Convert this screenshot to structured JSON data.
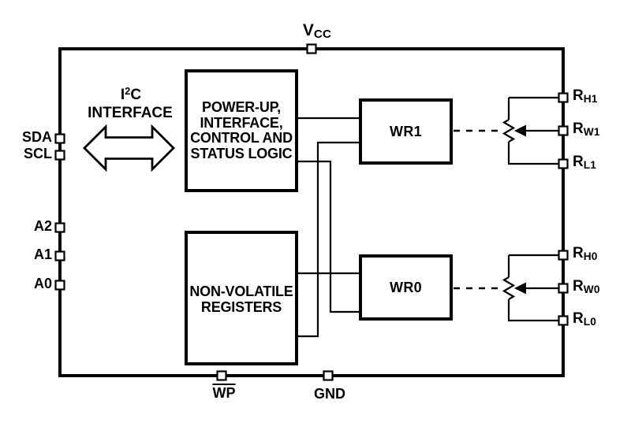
{
  "diagram": {
    "i2c": {
      "base": "I",
      "sup": "2",
      "tail": "C",
      "line2": "INTERFACE"
    },
    "blocks": {
      "control": {
        "line1": "POWER-UP,",
        "line2": "INTERFACE,",
        "line3": "CONTROL AND",
        "line4": "STATUS LOGIC"
      },
      "nvr": {
        "line1": "NON-VOLATILE",
        "line2": "REGISTERS"
      },
      "wr1": "WR1",
      "wr0": "WR0"
    },
    "pins": {
      "vcc": {
        "base": "V",
        "sub": "CC"
      },
      "sda": "SDA",
      "scl": "SCL",
      "a2": "A2",
      "a1": "A1",
      "a0": "A0",
      "wp": "WP",
      "gnd": "GND",
      "rh1": {
        "base": "R",
        "sub": "H1"
      },
      "rw1": {
        "base": "R",
        "sub": "W1"
      },
      "rl1": {
        "base": "R",
        "sub": "L1"
      },
      "rh0": {
        "base": "R",
        "sub": "H0"
      },
      "rw0": {
        "base": "R",
        "sub": "W0"
      },
      "rl0": {
        "base": "R",
        "sub": "L0"
      }
    },
    "colors": {
      "ink": "#000000",
      "bg": "#ffffff"
    }
  }
}
